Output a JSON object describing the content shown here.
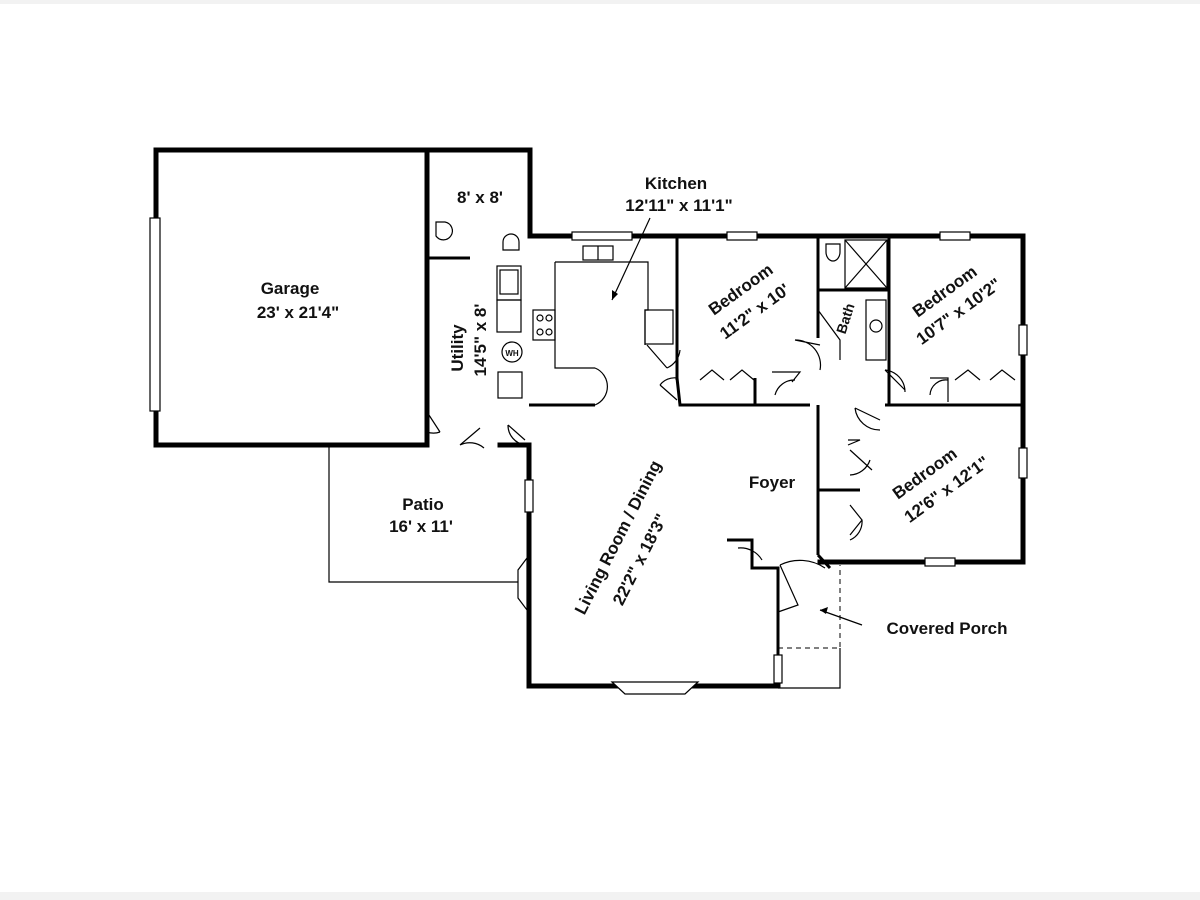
{
  "rooms": {
    "garage": {
      "name": "Garage",
      "dims": "23' x 21'4\""
    },
    "storage": {
      "dims": "8' x 8'"
    },
    "utility": {
      "name": "Utility",
      "dims": "14'5\" x 8'"
    },
    "kitchen": {
      "name": "Kitchen",
      "dims": "12'11\" x 11'1\""
    },
    "bedroom1": {
      "name": "Bedroom",
      "dims": "11'2\" x 10'"
    },
    "bath": {
      "name": "Bath"
    },
    "bedroom2": {
      "name": "Bedroom",
      "dims": "10'7\" x 10'2\""
    },
    "bedroom3": {
      "name": "Bedroom",
      "dims": "12'6\" x 12'1\""
    },
    "patio": {
      "name": "Patio",
      "dims": "16' x 11'"
    },
    "living": {
      "name": "Living Room / Dining",
      "dims": "22'2\" x 18'3\""
    },
    "foyer": {
      "name": "Foyer"
    },
    "porch": {
      "name": "Covered Porch"
    }
  },
  "fixtures": {
    "water_heater": "WH"
  }
}
